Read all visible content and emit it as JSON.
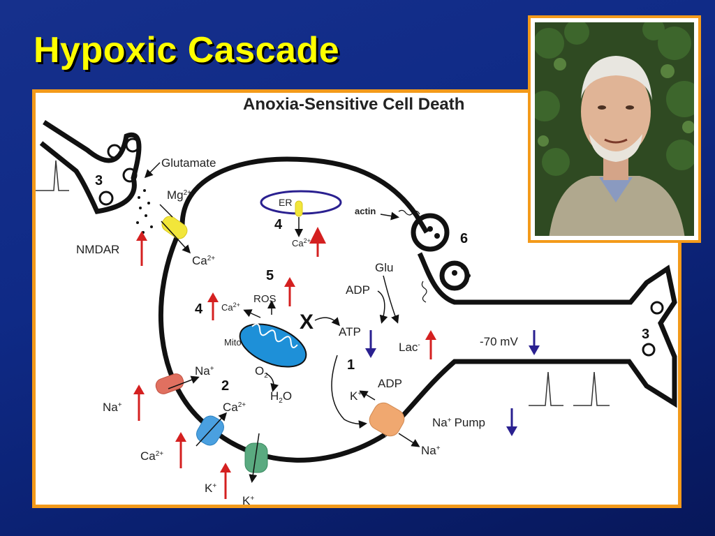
{
  "slide": {
    "title": "Hypoxic Cascade"
  },
  "diagram": {
    "title": "Anoxia-Sensitive Cell Death",
    "labels": {
      "glutamate": "Glutamate",
      "mg": "Mg",
      "mg_sup": "2+",
      "nmdar": "NMDAR",
      "ca": "Ca",
      "ca_sup": "2+",
      "er": "ER",
      "actin": "actin",
      "glu": "Glu",
      "adp": "ADP",
      "ros": "ROS",
      "atp": "ATP",
      "lac": "Lac",
      "lac_sup": "-",
      "mito": "Mito",
      "o2": "O",
      "o2_sub": "2",
      "h2o_h": "H",
      "h2o_sub": "2",
      "h2o_o": "O",
      "na": "Na",
      "k": "K",
      "plus": "+",
      "membrane_potential": "-70 mV",
      "na_pump": "Na",
      "na_pump_suffix": "Pump",
      "x_mark": "X"
    },
    "step_numbers": {
      "n1": "1",
      "n2": "2",
      "n3a": "3",
      "n3b": "3",
      "n4a": "4",
      "n4b": "4",
      "n5": "5",
      "n6": "6"
    }
  },
  "colors": {
    "background": "#0f2a86",
    "title": "#ffff00",
    "frame_border": "#f39a1a",
    "up_arrow": "#d42020",
    "down_arrow": "#2a2090",
    "er_outline": "#2a2090",
    "mito_fill": "#1e90d8",
    "nmdar_channel": "#f2e63a",
    "na_channel": "#e07060",
    "ca_channel": "#4aa0e0",
    "k_channel": "#5aaa80",
    "pump_channel": "#f0a870"
  },
  "icons": {
    "up_arrow": "up-arrow-icon",
    "down_arrow": "down-arrow-icon",
    "photo": "portrait-photo"
  }
}
